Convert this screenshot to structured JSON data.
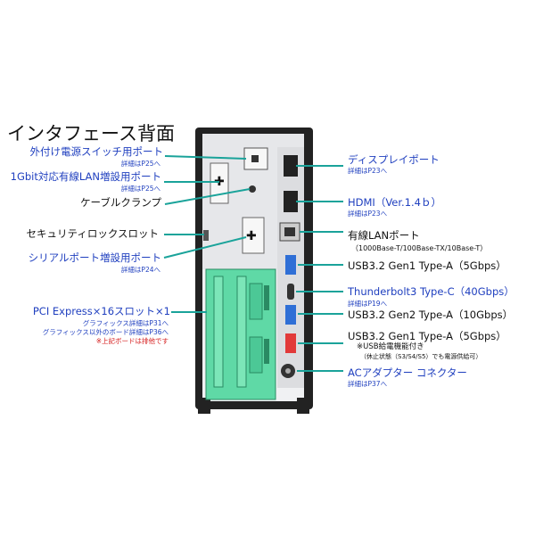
{
  "title": "インタフェース背面",
  "left": {
    "sw_port": {
      "label": "外付け電源スイッチ用ポート",
      "sub": "詳細はP25へ"
    },
    "lan_port": {
      "label": "1Gbit対応有線LAN増設用ポート",
      "sub": "詳細はP25へ"
    },
    "clamp": {
      "label": "ケーブルクランプ"
    },
    "security": {
      "label": "セキュリティロックスロット"
    },
    "serial": {
      "label": "シリアルポート増設用ポート",
      "sub": "詳細はP24へ"
    },
    "pci": {
      "label": "PCI Express×16スロット×1",
      "sub1": "グラフィックス詳細はP31へ",
      "sub2": "グラフィックス以外のボード詳細はP36へ",
      "note": "※上記ボードは排他です"
    }
  },
  "right": {
    "display": {
      "label": "ディスプレイポート",
      "sub": "詳細はP23へ"
    },
    "hdmi": {
      "label": "HDMI（Ver.1.4ｂ）",
      "sub": "詳細はP23へ"
    },
    "lan": {
      "label": "有線LANポート",
      "sub": "（1000Base-T/100Base-TX/10Base-T）"
    },
    "usb1": {
      "label": "USB3.2 Gen1 Type-A（5Gbps）"
    },
    "tb3": {
      "label": "Thunderbolt3 Type-C（40Gbps）",
      "sub": "詳細はP19へ"
    },
    "usb2": {
      "label": "USB3.2 Gen2 Type-A（10Gbps）"
    },
    "usb3": {
      "label": "USB3.2 Gen1 Type-A（5Gbps）",
      "sub1": "※USB給電機能付き",
      "sub2": "（休止状態（S3/S4/S5）でも電源供給可）"
    },
    "ac": {
      "label": "ACアダプター コネクター",
      "sub": "詳細はP37へ"
    }
  },
  "colors": {
    "callout": "#1aa39a",
    "link": "#1f3fbf",
    "chassis": "#222222",
    "bracket": "#5fd9a6",
    "usb_blue": "#2f6fd6",
    "usb_red": "#e23a3a"
  }
}
